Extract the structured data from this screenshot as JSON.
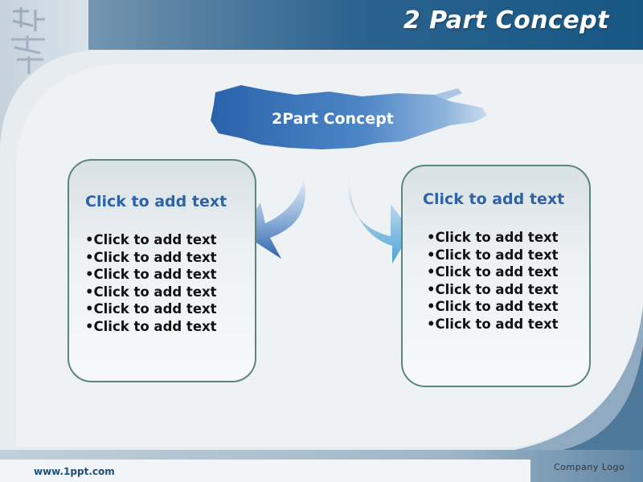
{
  "title": "2 Part Concept",
  "brush_label": "2Part Concept",
  "left_box": {
    "heading": "Click to add text",
    "bullets": [
      "•Click to add text",
      "•Click to add text",
      "•Click to add text",
      "•Click to add text",
      "•Click to add text",
      "•Click to add text"
    ]
  },
  "right_box": {
    "heading": "Click to add text",
    "bullets": [
      "•Click to add text",
      "•Click to add text",
      "•Click to add text",
      "•Click to add text",
      "•Click to add text",
      "•Click to add text"
    ]
  },
  "footer": {
    "url": "www.1ppt.com",
    "logo": "Company  Logo"
  },
  "colors": {
    "header_blue": "#1f5f8e",
    "box_border": "#5d8580",
    "heading_blue": "#2f63a5",
    "arrow_blue": "#3b78c4"
  },
  "icons": [
    "left-curved-arrow-icon",
    "right-curved-arrow-icon"
  ]
}
